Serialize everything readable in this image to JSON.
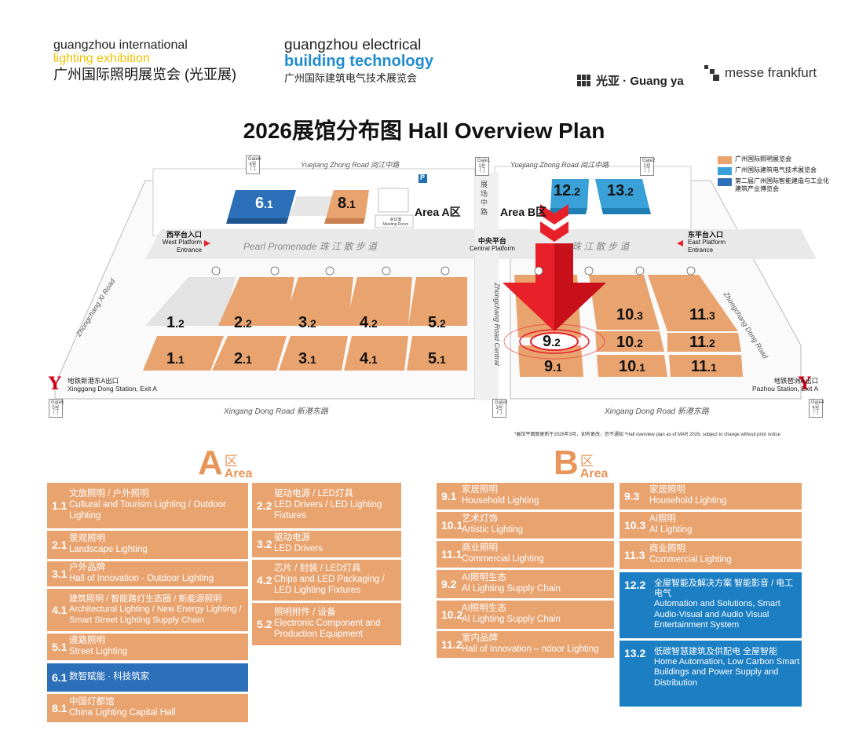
{
  "header": {
    "brand1": {
      "line1": "guangzhou international",
      "line2": "lighting exhibition",
      "line3": "广州国际照明展览会 (光亚展)"
    },
    "brand2": {
      "line1": "guangzhou electrical",
      "line2": "building technology",
      "line3": "广州国际建筑电气技术展览会"
    },
    "brand3": "光亚 · Guang ya",
    "brand4": "messe frankfurt",
    "title": "2026展馆分布图 Hall Overview Plan"
  },
  "colors": {
    "orange": "#e9a36f",
    "blue": "#1c7fc4",
    "darkblue": "#2b70b9",
    "grey": "#d9d9d9",
    "red": "#e8202a"
  },
  "map": {
    "road_top_left": "Yuejiang Zhong Road   阅江中路",
    "road_top_right": "Yuejiang Zhong Road   阅江中路",
    "road_bottom_left": "Xingang Dong Road   新港东路",
    "road_bottom_right": "Xingang Dong Road   新港东路",
    "road_left": "Zhongchang Xi Road",
    "road_right": "Zhongchang Dong Road",
    "road_center": "Zhongchang Road Central",
    "road_center_cn": "展场中路",
    "promenade_left": "Pearl Promenade   珠 江 散 步 道",
    "promenade_right": "珠 江 散 步 道",
    "area_a": "Area A区",
    "area_b": "Area B区",
    "parking": "P",
    "central": {
      "cn": "中央平台",
      "en": "Central Platform"
    },
    "west": {
      "cn": "西平台入口",
      "en": "West Platform Entrance"
    },
    "east": {
      "cn": "东平台入口",
      "en": "East Platform Entrance"
    },
    "station_left": {
      "cn": "地铁新港东A出口",
      "en": "Xinggang Dong Station, Exit A"
    },
    "station_right": {
      "cn": "地铁琶洲A出口",
      "en": "Pazhou Station, Exit A"
    },
    "metro_logo": "Y",
    "meeting": {
      "cn": "会议室",
      "en": "Meeting Room"
    },
    "gates": {
      "g1": "Gate1 1号门",
      "g2": "Gate2 2号门",
      "g3": "Gate3 3号门",
      "g4": "Gate4 4号门",
      "g5": "Gate5 5号门",
      "g6": "Gate6 6号门"
    },
    "halls": {
      "h61": {
        "a": "6",
        "b": ".1"
      },
      "h81": {
        "a": "8",
        "b": ".1"
      },
      "h122": {
        "a": "12",
        "b": ".2"
      },
      "h132": {
        "a": "13",
        "b": ".2"
      },
      "h12": {
        "a": "1",
        "b": ".2"
      },
      "h22": {
        "a": "2",
        "b": ".2"
      },
      "h32": {
        "a": "3",
        "b": ".2"
      },
      "h42": {
        "a": "4",
        "b": ".2"
      },
      "h52": {
        "a": "5",
        "b": ".2"
      },
      "h11": {
        "a": "1",
        "b": ".1"
      },
      "h21": {
        "a": "2",
        "b": ".1"
      },
      "h31": {
        "a": "3",
        "b": ".1"
      },
      "h41": {
        "a": "4",
        "b": ".1"
      },
      "h51": {
        "a": "5",
        "b": ".1"
      },
      "h92": {
        "a": "9",
        "b": ".2"
      },
      "h91": {
        "a": "9",
        "b": ".1"
      },
      "h103": {
        "a": "10",
        "b": ".3"
      },
      "h102": {
        "a": "10",
        "b": ".2"
      },
      "h101": {
        "a": "10",
        "b": ".1"
      },
      "h113": {
        "a": "11",
        "b": ".3"
      },
      "h112": {
        "a": "11",
        "b": ".2"
      },
      "h111": {
        "a": "11",
        "b": ".1"
      }
    },
    "legend": [
      "广州国际照明展览会",
      "广州国际建筑电气技术展览会",
      "第二届广州国际智能建造与工业化建筑产业博览会"
    ],
    "notice": "*展馆平面图更新于2026年3月，如有更改，恕不通知  *Hall overview plan as of MAR 2026, subject to change without prior notice"
  },
  "area_a": {
    "letter": "A",
    "cn": "区",
    "en": "Area",
    "items": [
      {
        "num": "1.1",
        "cn": "文旅照明 / 户外照明",
        "en": "Cultural and Tourism Lighting / Outdoor Lighting",
        "color": "orange"
      },
      {
        "num": "2.1",
        "cn": "景观照明",
        "en": "Landscape Lighting",
        "color": "orange"
      },
      {
        "num": "3.1",
        "cn": "户外品牌",
        "en": "Hall of Innovation - Outdoor Lighting",
        "color": "orange"
      },
      {
        "num": "4.1",
        "cn": "建筑照明 / 智能路灯生态圈 / 新能源照明",
        "en": "Architectural Lighting / New Energy Lighting / Smart Street Lighting Supply Chain",
        "color": "orange"
      },
      {
        "num": "5.1",
        "cn": "道路照明",
        "en": "Street Lighting",
        "color": "orange"
      },
      {
        "num": "6.1",
        "cn": "数智赋能 · 科技筑家",
        "en": "",
        "color": "darkblue"
      },
      {
        "num": "8.1",
        "cn": "中国灯都馆",
        "en": "China Lighting Capital Hall",
        "color": "orange"
      },
      {
        "num": "2.2",
        "cn": "驱动电源 / LED灯具",
        "en": "LED Drivers / LED Lighting Fixtures",
        "color": "orange"
      },
      {
        "num": "3.2",
        "cn": "驱动电源",
        "en": "LED Drivers",
        "color": "orange"
      },
      {
        "num": "4.2",
        "cn": "芯片 / 封装 / LED灯具",
        "en": "Chips and LED Packaging / LED Lighting Fixtures",
        "color": "orange"
      },
      {
        "num": "5.2",
        "cn": "照明附件 / 设备",
        "en": "Electronic Component and Production Equipment",
        "color": "orange"
      }
    ]
  },
  "area_b": {
    "letter": "B",
    "cn": "区",
    "en": "Area",
    "items": [
      {
        "num": "9.1",
        "cn": "家居照明",
        "en": "Household Lighting",
        "color": "orange"
      },
      {
        "num": "10.1",
        "cn": "艺术灯饰",
        "en": "Artistic Lighting",
        "color": "orange"
      },
      {
        "num": "11.1",
        "cn": "商业照明",
        "en": "Commercial Lighting",
        "color": "orange"
      },
      {
        "num": "9.2",
        "cn": "AI照明生态",
        "en": "AI Lighting Supply Chain",
        "color": "orange"
      },
      {
        "num": "10.2",
        "cn": "AI照明生态",
        "en": "AI Lighting Supply Chain",
        "color": "orange"
      },
      {
        "num": "11.2",
        "cn": "室内品牌",
        "en": "Hall of Innovation – ndoor Lighting",
        "color": "orange"
      },
      {
        "num": "9.3",
        "cn": "家居照明",
        "en": "Household Lighting",
        "color": "orange"
      },
      {
        "num": "10.3",
        "cn": "AI照明",
        "en": "AI Lighting",
        "color": "orange"
      },
      {
        "num": "11.3",
        "cn": "商业照明",
        "en": "Commercial Lighting",
        "color": "orange"
      },
      {
        "num": "12.2",
        "cn": "全屋智能及解决方案 智能影音 / 电工电气",
        "en": "Automation and Solutions, Smart Audio-Visual and Audio Visual Entertainment System",
        "color": "blue"
      },
      {
        "num": "13.2",
        "cn": "低碳智慧建筑及供配电 全屋智能",
        "en": "Home Automation, Low Carbon Smart Buildings and Power Supply and Distribution",
        "color": "blue"
      }
    ]
  }
}
